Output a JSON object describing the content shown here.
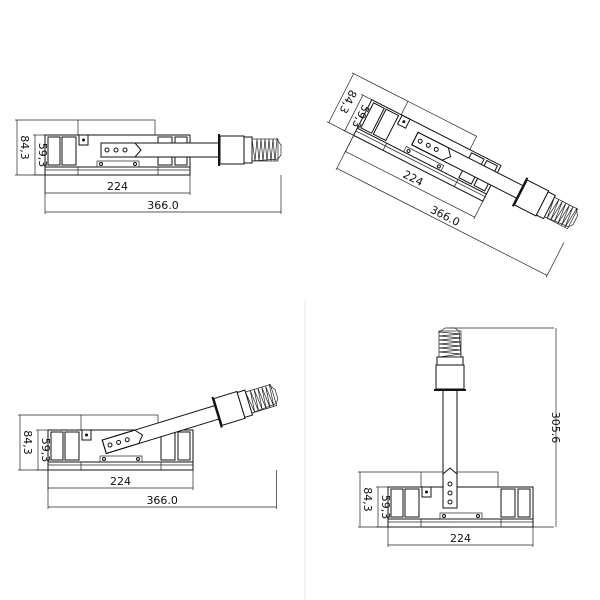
{
  "views": [
    {
      "name": "side-view-horizontal",
      "dims": {
        "height_total": "84,3",
        "height_body": "59,3",
        "length_body": "224",
        "length_total": "366.0"
      }
    },
    {
      "name": "side-view-tilted",
      "dims": {
        "height_total": "84,3",
        "height_body": "59,3",
        "length_body": "224",
        "length_total": "366.0"
      }
    },
    {
      "name": "side-view-arm-raised",
      "dims": {
        "height_total": "84,3",
        "height_body": "59,3",
        "length_body": "224",
        "length_total": "366.0"
      }
    },
    {
      "name": "side-view-arm-vertical",
      "dims": {
        "height_total": "84,3",
        "height_body": "59,3",
        "length_body": "224",
        "height_overall": "305.6"
      }
    }
  ]
}
